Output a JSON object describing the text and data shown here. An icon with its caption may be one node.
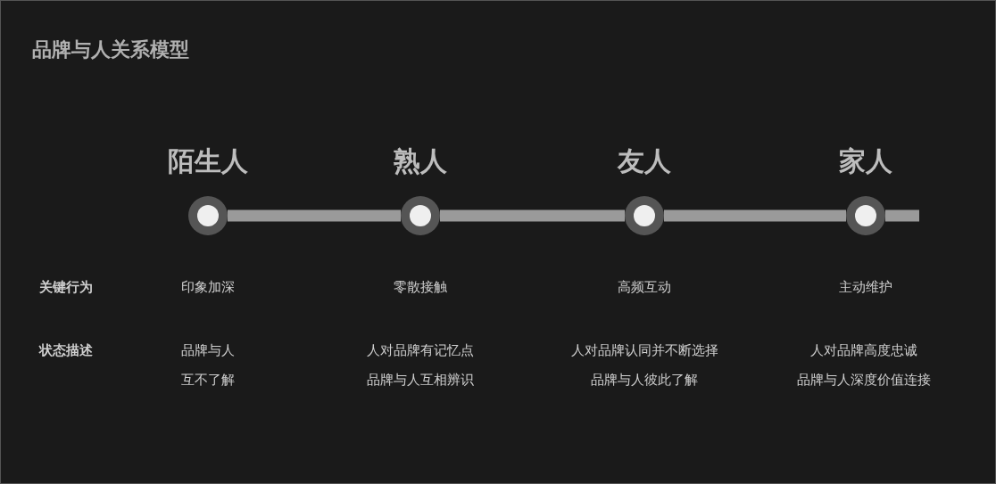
{
  "diagram": {
    "title": "品牌与人关系模型",
    "nodes": [
      {
        "text": [
          "陌生人"
        ]
      },
      {
        "text": [
          "熟人"
        ]
      },
      {
        "text": [
          "友人"
        ]
      },
      {
        "text": [
          "家人"
        ]
      }
    ],
    "edges": [
      {
        "from": 0,
        "to": 1,
        "arrow": "none"
      },
      {
        "from": 1,
        "to": 2,
        "arrow": "none"
      },
      {
        "from": 2,
        "to": 3,
        "arrow": "none"
      },
      {
        "from": 3,
        "to": null,
        "arrow": "none"
      }
    ],
    "labels": [
      "关键行为",
      "印象加深",
      "零散接触",
      "高频互动",
      "主动维护",
      "状态描述",
      "品牌与人",
      "人对品牌有记忆点",
      "人对品牌认同并不断选择",
      "人对品牌高度忠诚",
      "互不了解",
      "品牌与人互相辨识",
      "品牌与人彼此了解",
      "品牌与人深度价值连接"
    ]
  }
}
